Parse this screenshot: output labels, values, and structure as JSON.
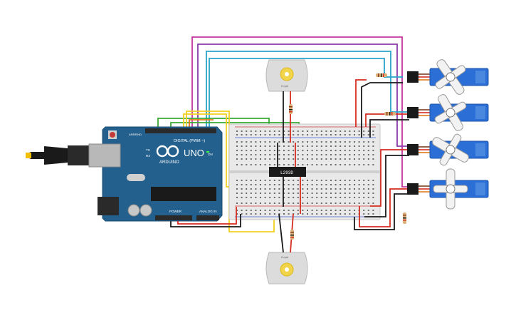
{
  "arduino": {
    "model": "UNO",
    "brand": "ARDUINO",
    "digital_label": "DIGITAL (PWM ~)",
    "power_label": "POWER",
    "analog_label": "ANALOG IN",
    "on_label": "ON",
    "tx_label": "TX",
    "rx_label": "RX",
    "aref_label": "AREF",
    "gnd_label": "GND",
    "colors": {
      "board": "#23608e",
      "board_edge": "#1b4d73",
      "usb": "#b8b8b8",
      "jack": "#2a2a2a"
    }
  },
  "breadboard": {
    "colors": {
      "body": "#e9e9e9",
      "rail_red": "#d33a3a",
      "rail_blue": "#3a5fd3",
      "hole": "#555555"
    }
  },
  "driver_chip": {
    "label": "L293D",
    "color": "#1a1a1a"
  },
  "dc_motors": [
    {
      "id": "motor-top",
      "label": "0 rpm"
    },
    {
      "id": "motor-bottom",
      "label": "0 rpm"
    }
  ],
  "servos": [
    {
      "id": "servo-1"
    },
    {
      "id": "servo-2"
    },
    {
      "id": "servo-3"
    },
    {
      "id": "servo-4"
    }
  ],
  "wire_colors": {
    "red": "#d62d20",
    "black": "#1a1a1a",
    "yellow": "#f0d020",
    "green": "#3aa935",
    "magenta": "#c2369e",
    "purple": "#8a3aa8",
    "cyan": "#2aa3c9",
    "orange": "#e07b1a",
    "brown": "#7a3f1f"
  }
}
